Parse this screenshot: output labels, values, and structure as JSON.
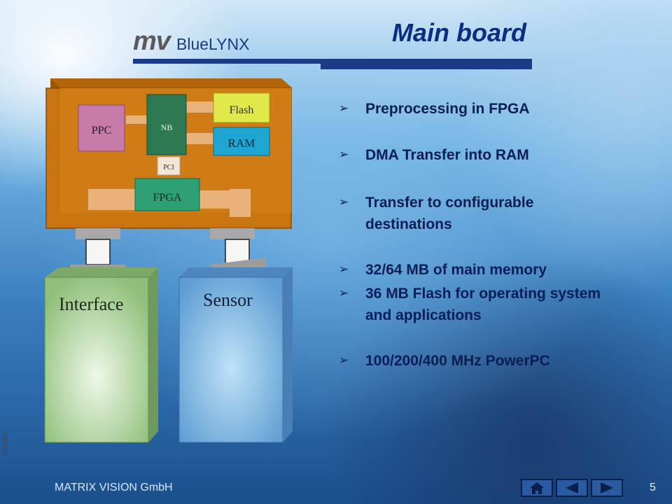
{
  "logo": {
    "mv": "mv",
    "name": "BlueLYNX"
  },
  "slide": {
    "title": "Main board"
  },
  "diagram": {
    "chips": {
      "ppc": "PPC",
      "nb": "NB",
      "flash": "Flash",
      "ram": "RAM",
      "pci": "PCI",
      "fpga": "FPGA"
    },
    "modules": {
      "interface": "Interface",
      "sensor": "Sensor"
    }
  },
  "bullets": [
    {
      "marker": "➢",
      "text": "Preprocessing in FPGA"
    },
    {
      "marker": "➢",
      "text": "DMA Transfer into RAM"
    },
    {
      "marker": "➢",
      "text": "Transfer to configurable destinations"
    },
    {
      "marker": "➢",
      "text": "32/64 MB of main memory"
    },
    {
      "marker": "➢",
      "text": "36 MB Flash for operating system and applications"
    },
    {
      "marker": "➢",
      "text": "100/200/400 MHz PowerPC"
    }
  ],
  "footer": {
    "company": "MATRIX VISION GmbH",
    "page": "5",
    "date": "02/2006"
  },
  "nav": [
    {
      "icon": "home-icon"
    },
    {
      "icon": "previous-triangle-icon"
    },
    {
      "icon": "next-triangle-icon"
    }
  ],
  "colors": {
    "title": "#0a2e80",
    "board": "#c8740e",
    "text": "#0b1d55"
  }
}
